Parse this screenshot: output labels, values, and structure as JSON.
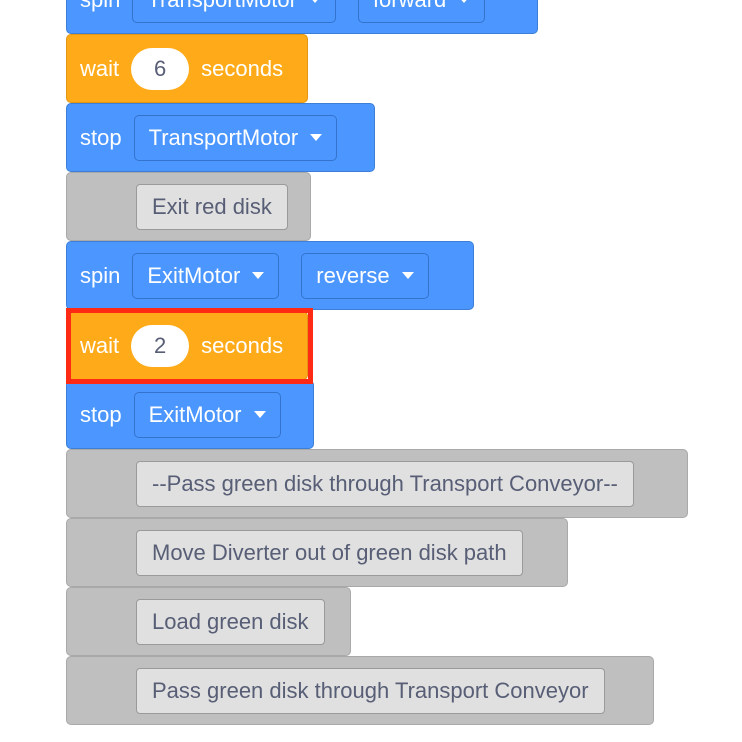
{
  "blocks": {
    "spin_transport": {
      "keyword": "spin",
      "motor": "TransportMotor",
      "direction": "forward"
    },
    "wait_1": {
      "keyword": "wait",
      "value": "6",
      "unit": "seconds"
    },
    "stop_transport": {
      "keyword": "stop",
      "motor": "TransportMotor"
    },
    "comment_exit_red": {
      "text": "Exit red disk"
    },
    "spin_exit": {
      "keyword": "spin",
      "motor": "ExitMotor",
      "direction": "reverse"
    },
    "wait_2": {
      "keyword": "wait",
      "value": "2",
      "unit": "seconds"
    },
    "stop_exit": {
      "keyword": "stop",
      "motor": "ExitMotor"
    },
    "comment_pass_green_header": {
      "text": "--Pass green disk through Transport Conveyor--"
    },
    "comment_move_diverter": {
      "text": "Move Diverter out of green disk path"
    },
    "comment_load_green": {
      "text": "Load green disk"
    },
    "comment_pass_green": {
      "text": "Pass green disk through Transport Conveyor"
    }
  },
  "colors": {
    "motion_block": "#4c97ff",
    "control_block": "#ffab19",
    "comment_block": "#bfbfbf",
    "highlight": "#ff2a14"
  }
}
